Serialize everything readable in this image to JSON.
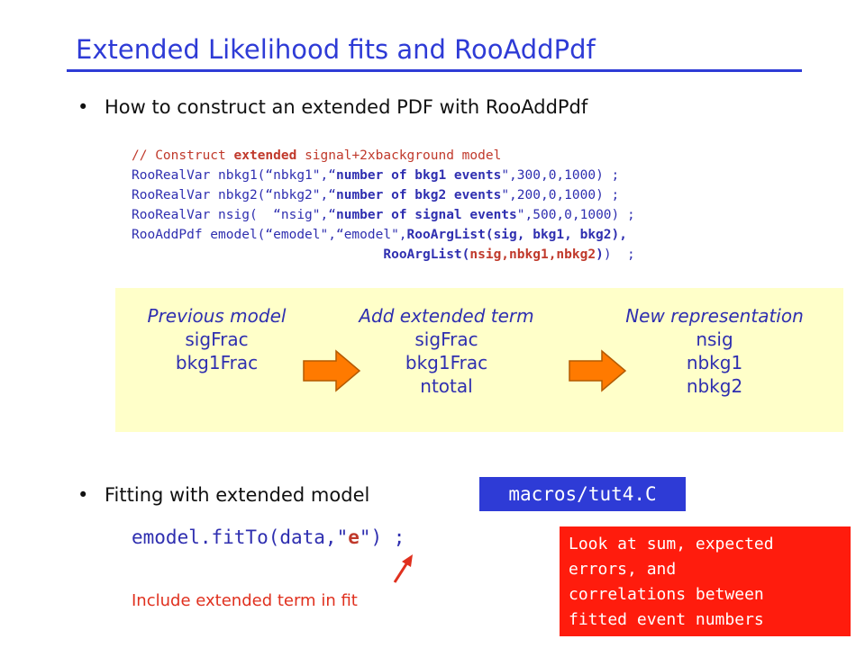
{
  "title": "Extended Likelihood fits and RooAddPdf",
  "bullets": {
    "first": "How to construct an extended PDF with RooAddPdf",
    "second": "Fitting with extended model"
  },
  "code": {
    "line1": {
      "a": "// Construct ",
      "b": "extended",
      "c": " signal+2xbackground model"
    },
    "line2": {
      "a": "RooRealVar nbkg1(“nbkg1\",“",
      "b": "number of bkg1 events",
      "c": "\",300,0,1000) ;"
    },
    "line3": {
      "a": "RooRealVar nbkg2(“nbkg2\",“",
      "b": "number of bkg2 events",
      "c": "\",200,0,1000) ;"
    },
    "line4": {
      "a": "RooRealVar nsig(  “nsig\",“",
      "b": "number of signal events",
      "c": "\",500,0,1000) ;"
    },
    "line5": {
      "a": "RooAddPdf emodel(“emodel\",“emodel\",",
      "b": "RooArgList(sig, bkg1, bkg2),"
    },
    "line6": {
      "pad": "                                ",
      "b": "RooArgList(",
      "k": "nsig,nbkg1,nbkg2",
      "b2": ")",
      "c": ")  ;"
    }
  },
  "diagram": {
    "columns": [
      {
        "heading": "Previous model",
        "items": [
          "sigFrac",
          "bkg1Frac"
        ]
      },
      {
        "heading": "Add extended term",
        "items": [
          "sigFrac",
          "bkg1Frac",
          "ntotal"
        ]
      },
      {
        "heading": "New representation",
        "items": [
          "nsig",
          "nbkg1",
          "nbkg2"
        ]
      }
    ],
    "arrow_color": "#ff7a00"
  },
  "macro_label": "macros/tut4.C",
  "fit_call": {
    "prefix": "emodel.fitTo(data,\"",
    "e": "e",
    "suffix": "\") ;"
  },
  "fit_note": "Include extended term in fit",
  "note_box": {
    "line1": "Look at sum, expected",
    "line2": "errors, and",
    "line3": "correlations between",
    "line4": "fitted event numbers"
  },
  "colors": {
    "accent_blue": "#2e3bd6",
    "code_blue": "#2f2fb0",
    "note_red": "#ff1c0d",
    "diagram_bg": "#ffffc9"
  }
}
